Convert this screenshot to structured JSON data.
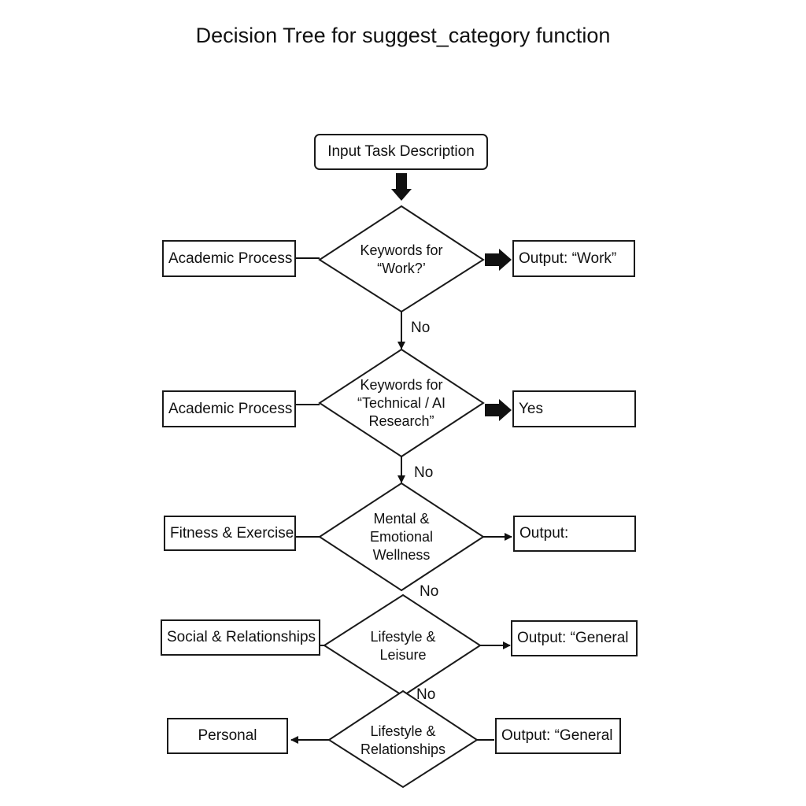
{
  "title": "Decision Tree for suggest_category function",
  "start": "Input Task Description",
  "decisions": [
    {
      "lines": [
        "Keywords for",
        "“Work?’"
      ],
      "left": "Academic Process",
      "right": "Output: “Work”",
      "no": "No"
    },
    {
      "lines": [
        "Keywords for",
        "“Technical / AI",
        "Research”"
      ],
      "left": "Academic Process",
      "right": "Yes",
      "no": "No"
    },
    {
      "lines": [
        "Mental &",
        "Emotional",
        "Wellness"
      ],
      "left": "Fitness & Exercise",
      "right": "Output:",
      "no": "No"
    },
    {
      "lines": [
        "Lifestyle &",
        "Leisure"
      ],
      "left": "Social & Relationships",
      "right": "Output: “General",
      "no": "No"
    },
    {
      "lines": [
        "Lifestyle &",
        "Relationships"
      ],
      "left": "Personal",
      "right": "Output: “General"
    }
  ]
}
